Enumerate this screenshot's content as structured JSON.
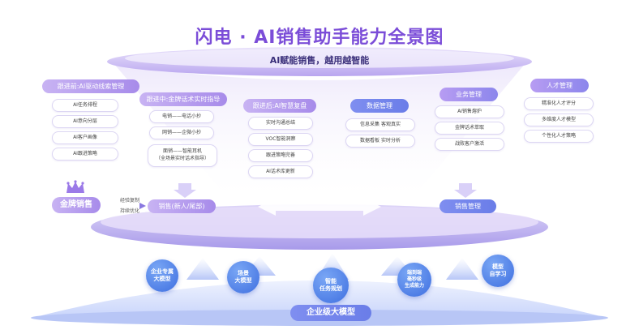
{
  "title": "闪电 · AI销售助手能力全景图",
  "subtitle": "AI赋能销售，越用越智能",
  "columns": {
    "pre": {
      "header": "跟进前:AI驱动线索管理",
      "items": [
        "AI任务排程",
        "AI意向分层",
        "AI客户画像",
        "AI跟进策略"
      ]
    },
    "during": {
      "header": "跟进中:金牌话术实时指导",
      "items": [
        "电销——电话小抄",
        "网销——企微小抄"
      ],
      "multi": {
        "line1": "面销——智能耳机",
        "line2": "（全场景实时话术指导）"
      }
    },
    "post": {
      "header": "跟进后:AI智慧复盘",
      "items": [
        "实时沟通总结",
        "VOC智能洞察",
        "跟进策略完善",
        "AI话术库更新"
      ]
    },
    "data_mgmt": {
      "header": "数据管理",
      "items": [
        "信息采集 客观真实",
        "数据看板 实时分析"
      ]
    },
    "business": {
      "header": "业务管理",
      "items": [
        "AI销售熔炉",
        "金牌话术萃取",
        "战败客户激活"
      ]
    },
    "talent": {
      "header": "人才管理",
      "items": [
        "精准化人才评分",
        "多维度人才模型",
        "个性化人才策略"
      ]
    }
  },
  "sales_row": {
    "gold": "金牌销售",
    "side_line1": "经验复制",
    "side_line2": "持续优化",
    "new_sales": "销售(新人/尾部)",
    "sales_mgmt": "销售管理"
  },
  "bubbles": [
    {
      "line1": "企业专属",
      "line2": "大模型"
    },
    {
      "line1": "场景",
      "line2": "大模型"
    },
    {
      "line1": "智能",
      "line2": "任务规划"
    },
    {
      "line1": "端到端",
      "line2": "毫秒级",
      "line3": "生成能力"
    },
    {
      "line1": "模型",
      "line2": "自学习"
    }
  ],
  "base": "企业级大模型",
  "colors": {
    "accent": "#7b4dd8",
    "bubble": "#3f6fe0",
    "platform": "#c9bdf3"
  },
  "icons": [
    "crown-icon"
  ]
}
